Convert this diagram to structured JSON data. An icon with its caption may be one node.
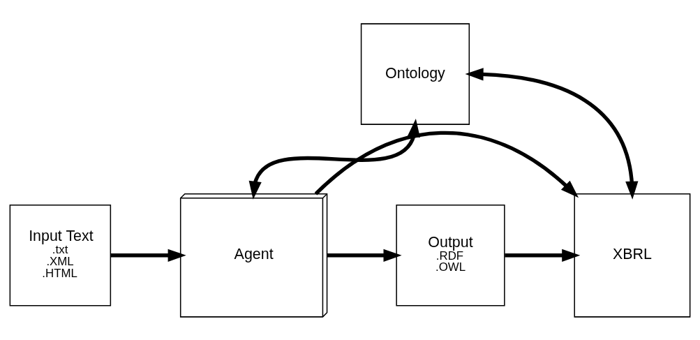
{
  "diagram": {
    "nodes": [
      {
        "text": [
          "Ontology"
        ]
      },
      {
        "text": [
          "Input Text",
          ".txt .XML .HTML"
        ]
      },
      {
        "text": [
          "Agent"
        ]
      },
      {
        "text": [
          "Output",
          ".RDF .OWL"
        ]
      },
      {
        "text": [
          "XBRL"
        ]
      }
    ],
    "edges": [
      {
        "from": 0,
        "to": 2,
        "arrow": "both"
      },
      {
        "from": 4,
        "to": 0,
        "arrow": "both"
      },
      {
        "from": 2,
        "to": 4,
        "arrow": "to"
      },
      {
        "from": 1,
        "to": 2,
        "arrow": "to"
      },
      {
        "from": 2,
        "to": 3,
        "arrow": "to"
      },
      {
        "from": 3,
        "to": 4,
        "arrow": "to"
      }
    ]
  }
}
